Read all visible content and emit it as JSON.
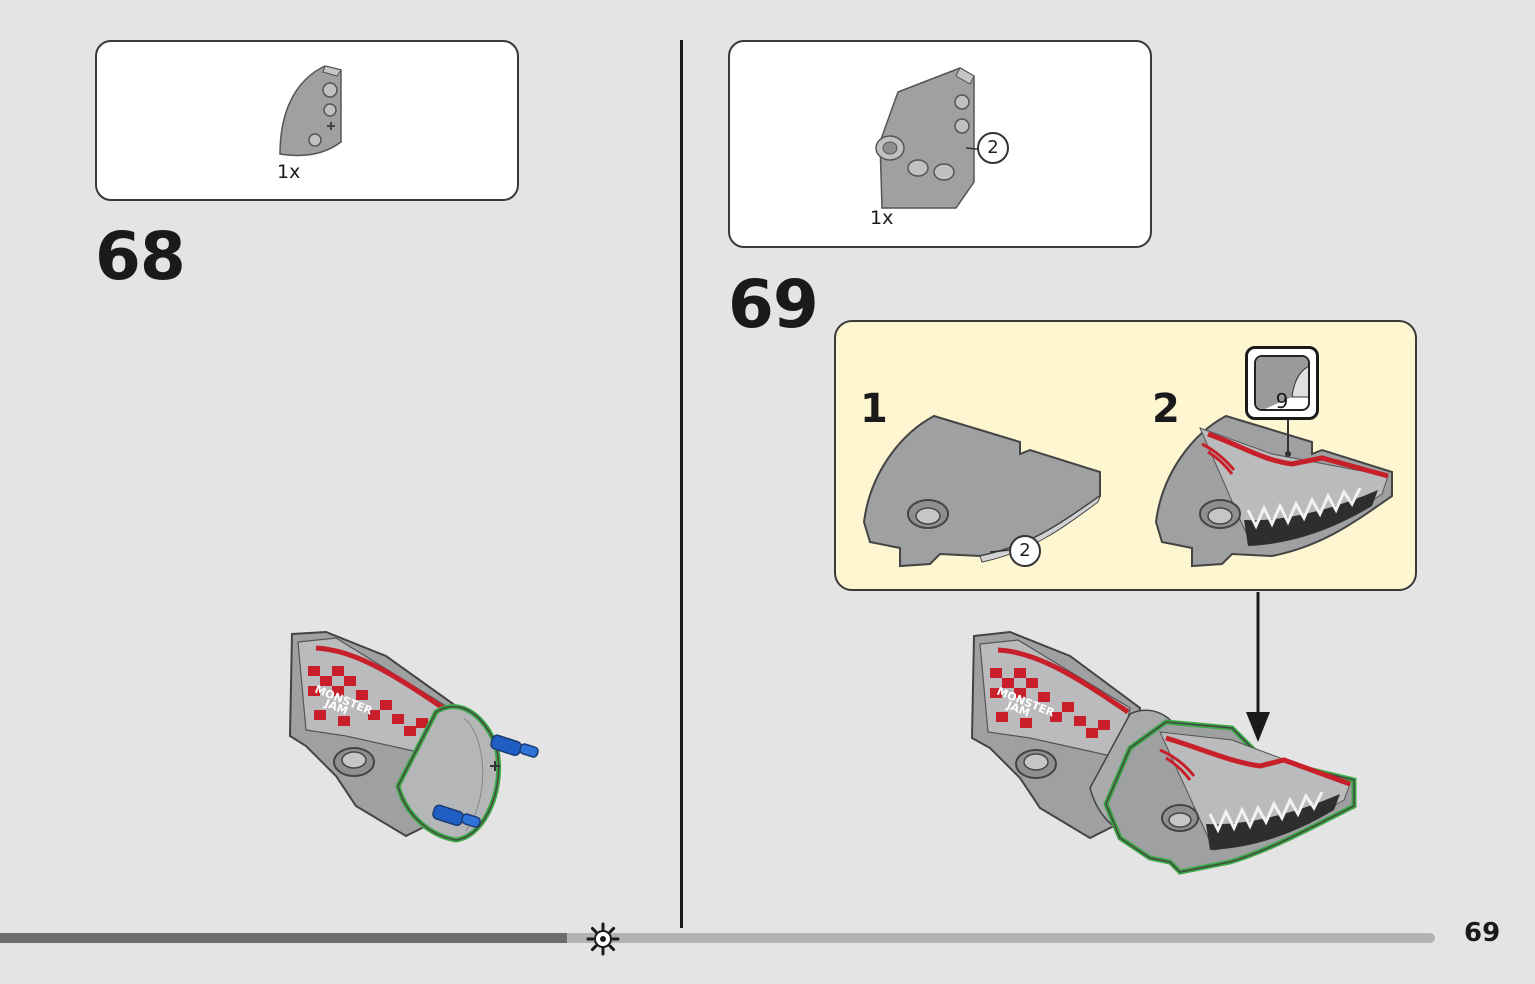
{
  "steps": {
    "left": {
      "number": "68",
      "parts": [
        {
          "qty": "1x",
          "part": "curved-panel-piece"
        }
      ]
    },
    "right": {
      "number": "69",
      "parts": [
        {
          "qty": "1x",
          "part": "angled-panel-piece",
          "callout": "2"
        }
      ],
      "substeps": [
        {
          "number": "1",
          "callout": "2"
        },
        {
          "number": "2",
          "sticker": "9"
        }
      ]
    }
  },
  "footer": {
    "page_number": "69",
    "progress": 0.395
  },
  "colors": {
    "part_gray": "#9ea0a2",
    "highlight_green": "#3ca845",
    "pin_blue": "#1f5fc4",
    "sticker_red": "#c8202a",
    "substep_bg": "#fdf6d0"
  }
}
